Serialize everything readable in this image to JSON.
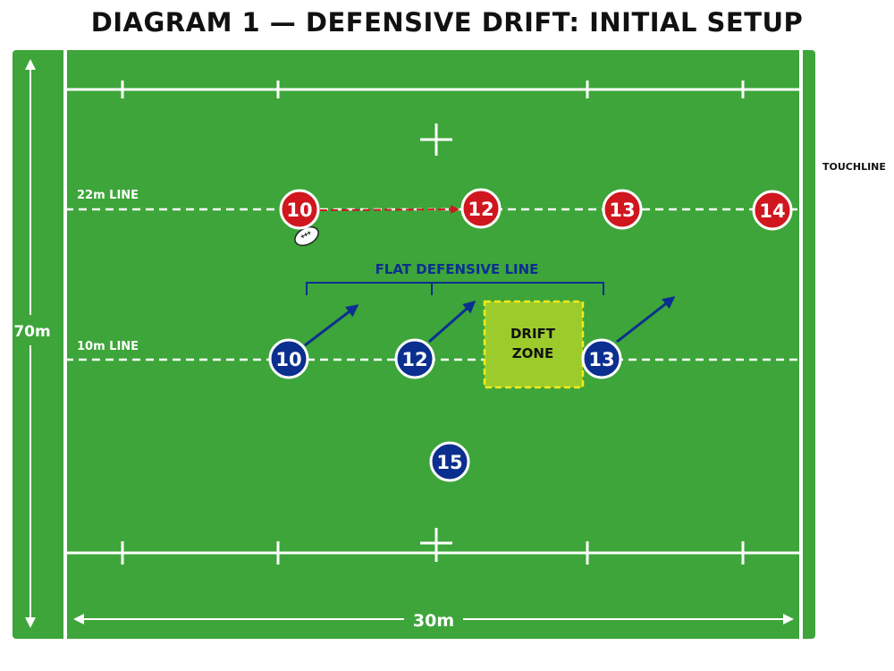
{
  "title": "DIAGRAM 1 — DEFENSIVE DRIFT: INITIAL SETUP",
  "labels": {
    "touchline": "TOUCHLINE",
    "line_22m": "22m LINE",
    "line_10m": "10m LINE",
    "height_dim": "70m",
    "width_dim": "30m",
    "flat_line": "FLAT DEFENSIVE LINE",
    "drift_zone_line1": "DRIFT",
    "drift_zone_line2": "ZONE"
  },
  "attackers": [
    {
      "number": "10",
      "color": "#d0161e"
    },
    {
      "number": "12",
      "color": "#d0161e"
    },
    {
      "number": "13",
      "color": "#d0161e"
    },
    {
      "number": "14",
      "color": "#d0161e"
    }
  ],
  "defenders": [
    {
      "number": "10",
      "color": "#0b2f8f"
    },
    {
      "number": "12",
      "color": "#0b2f8f"
    },
    {
      "number": "13",
      "color": "#0b2f8f"
    },
    {
      "number": "15",
      "color": "#0b2f8f"
    }
  ],
  "colors": {
    "grass": "#3da53a",
    "drift_zone": "#9ccc2c",
    "drift_border": "#f2ea1a",
    "pass_arrow": "#d0161e",
    "drift_arrow": "#0b2f8f",
    "flat_line": "#0b2f8f"
  }
}
